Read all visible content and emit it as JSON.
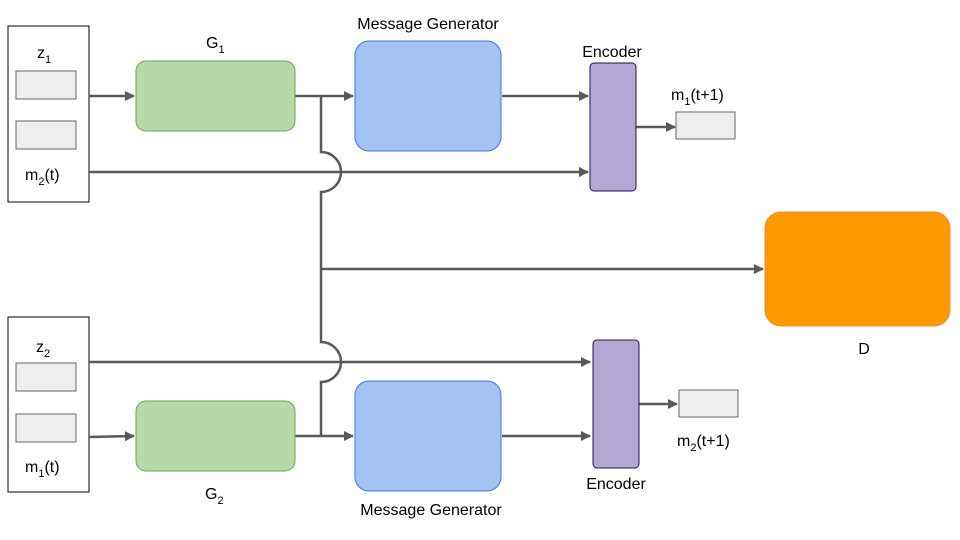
{
  "labels": {
    "g1": "G",
    "g1_sub": "1",
    "g2": "G",
    "g2_sub": "2",
    "msg_gen_top": "Message Generator",
    "msg_gen_bottom": "Message Generator",
    "encoder_top": "Encoder",
    "encoder_bottom": "Encoder",
    "discriminator": "D",
    "z1": "z",
    "z1_sub": "1",
    "z2": "z",
    "z2_sub": "2",
    "m2_t": {
      "base": "m",
      "sub": "2",
      "tail": "(t)"
    },
    "m1_t": {
      "base": "m",
      "sub": "1",
      "tail": "(t)"
    },
    "m1_t1": {
      "base": "m",
      "sub": "1",
      "tail": "(t+1)"
    },
    "m2_t1": {
      "base": "m",
      "sub": "2",
      "tail": "(t+1)"
    }
  },
  "colors": {
    "generator_fill": "#b7d9a8",
    "generator_stroke": "#6aa84f",
    "message_generator_fill": "#a4c2f4",
    "message_generator_stroke": "#3c78d8",
    "encoder_fill": "#b4a7d6",
    "encoder_stroke": "#20124d",
    "discriminator_fill": "#ff9900",
    "discriminator_stroke": "#e69138",
    "slot_fill": "#eeeeee",
    "wire": "#595959"
  }
}
